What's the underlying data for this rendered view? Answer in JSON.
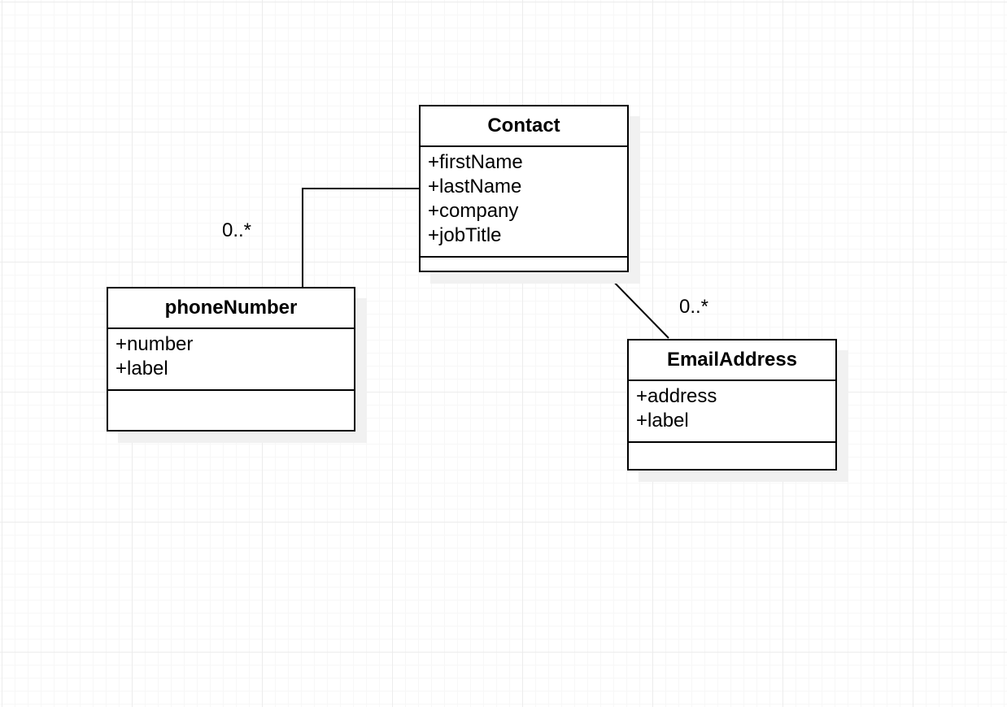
{
  "classes": {
    "contact": {
      "name": "Contact",
      "attributes": [
        "+firstName",
        "+lastName",
        "+company",
        "+jobTitle"
      ]
    },
    "phone_number": {
      "name": "phoneNumber",
      "attributes": [
        "+number",
        "+label"
      ]
    },
    "email_address": {
      "name": "EmailAddress",
      "attributes": [
        "+address",
        "+label"
      ]
    }
  },
  "associations": {
    "contact_phone": {
      "multiplicity": "0..*"
    },
    "contact_email": {
      "multiplicity": "0..*"
    }
  },
  "colors": {
    "stroke": "#000000",
    "shadow": "#f1f1f1",
    "grid": "#ececec"
  }
}
